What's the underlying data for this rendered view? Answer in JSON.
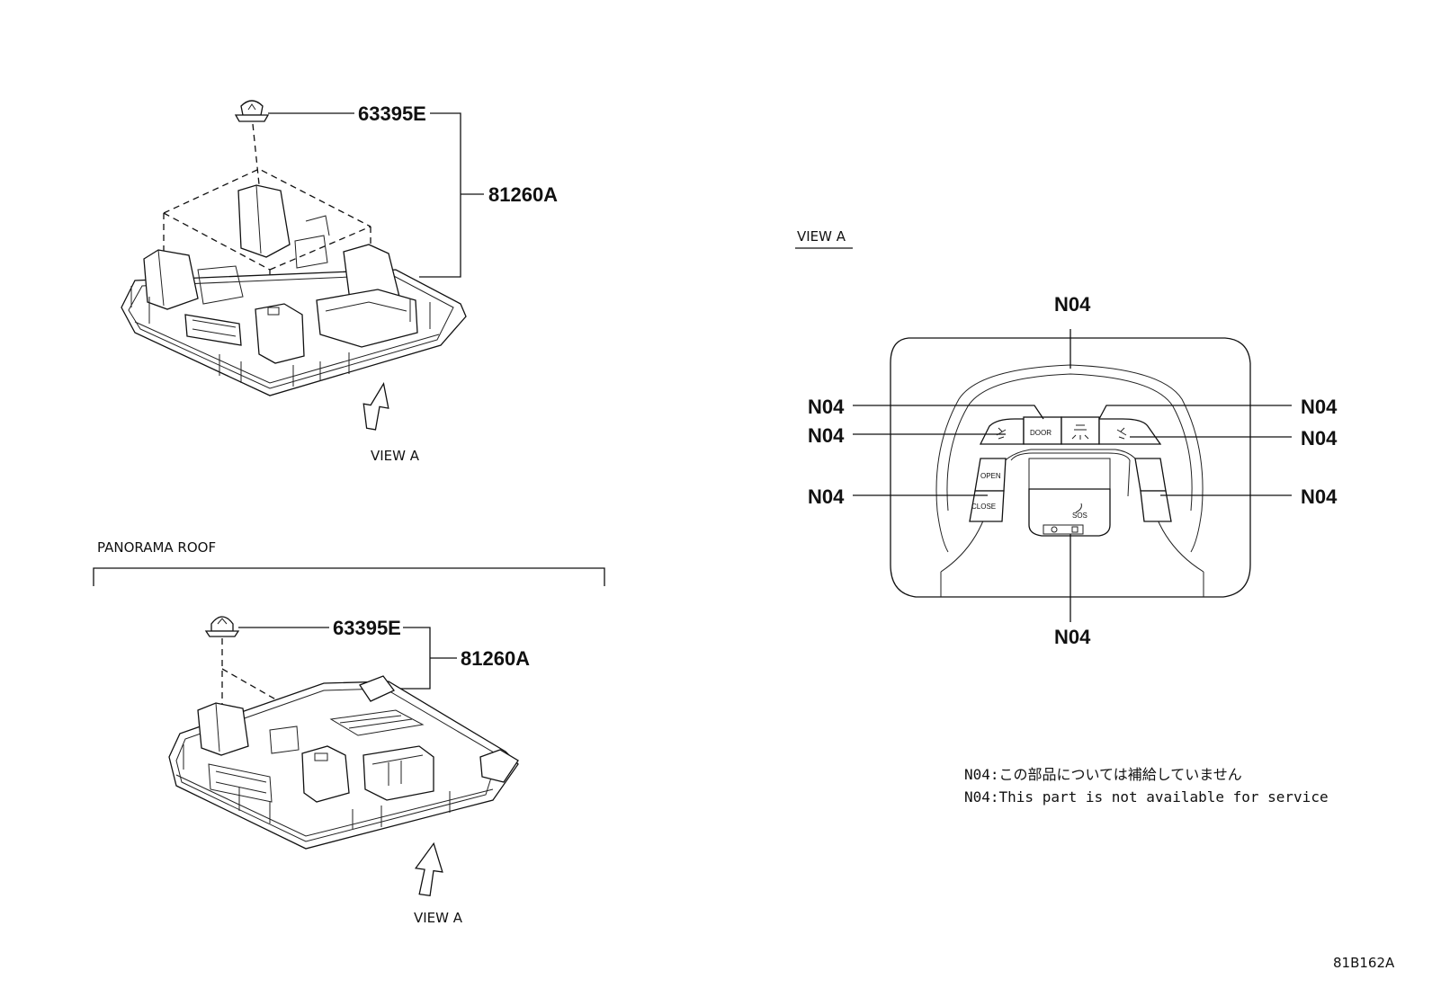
{
  "diagram": {
    "top_assembly": {
      "clip_part": "63395E",
      "assembly_part": "81260A",
      "view_label": "VIEW A"
    },
    "panorama_section": {
      "title": "PANORAMA ROOF",
      "clip_part": "63395E",
      "assembly_part": "81260A",
      "view_label": "VIEW A"
    },
    "view_a": {
      "title": "VIEW A",
      "callouts": [
        "N04",
        "N04",
        "N04",
        "N04",
        "N04",
        "N04",
        "N04",
        "N04"
      ],
      "buttons": {
        "door": "DOOR",
        "open": "OPEN",
        "close": "CLOSE",
        "sos": "SOS"
      }
    },
    "notes": [
      "N04:この部品については補給していません",
      "N04:This part is not available for service"
    ],
    "figure_id": "81B162A"
  }
}
